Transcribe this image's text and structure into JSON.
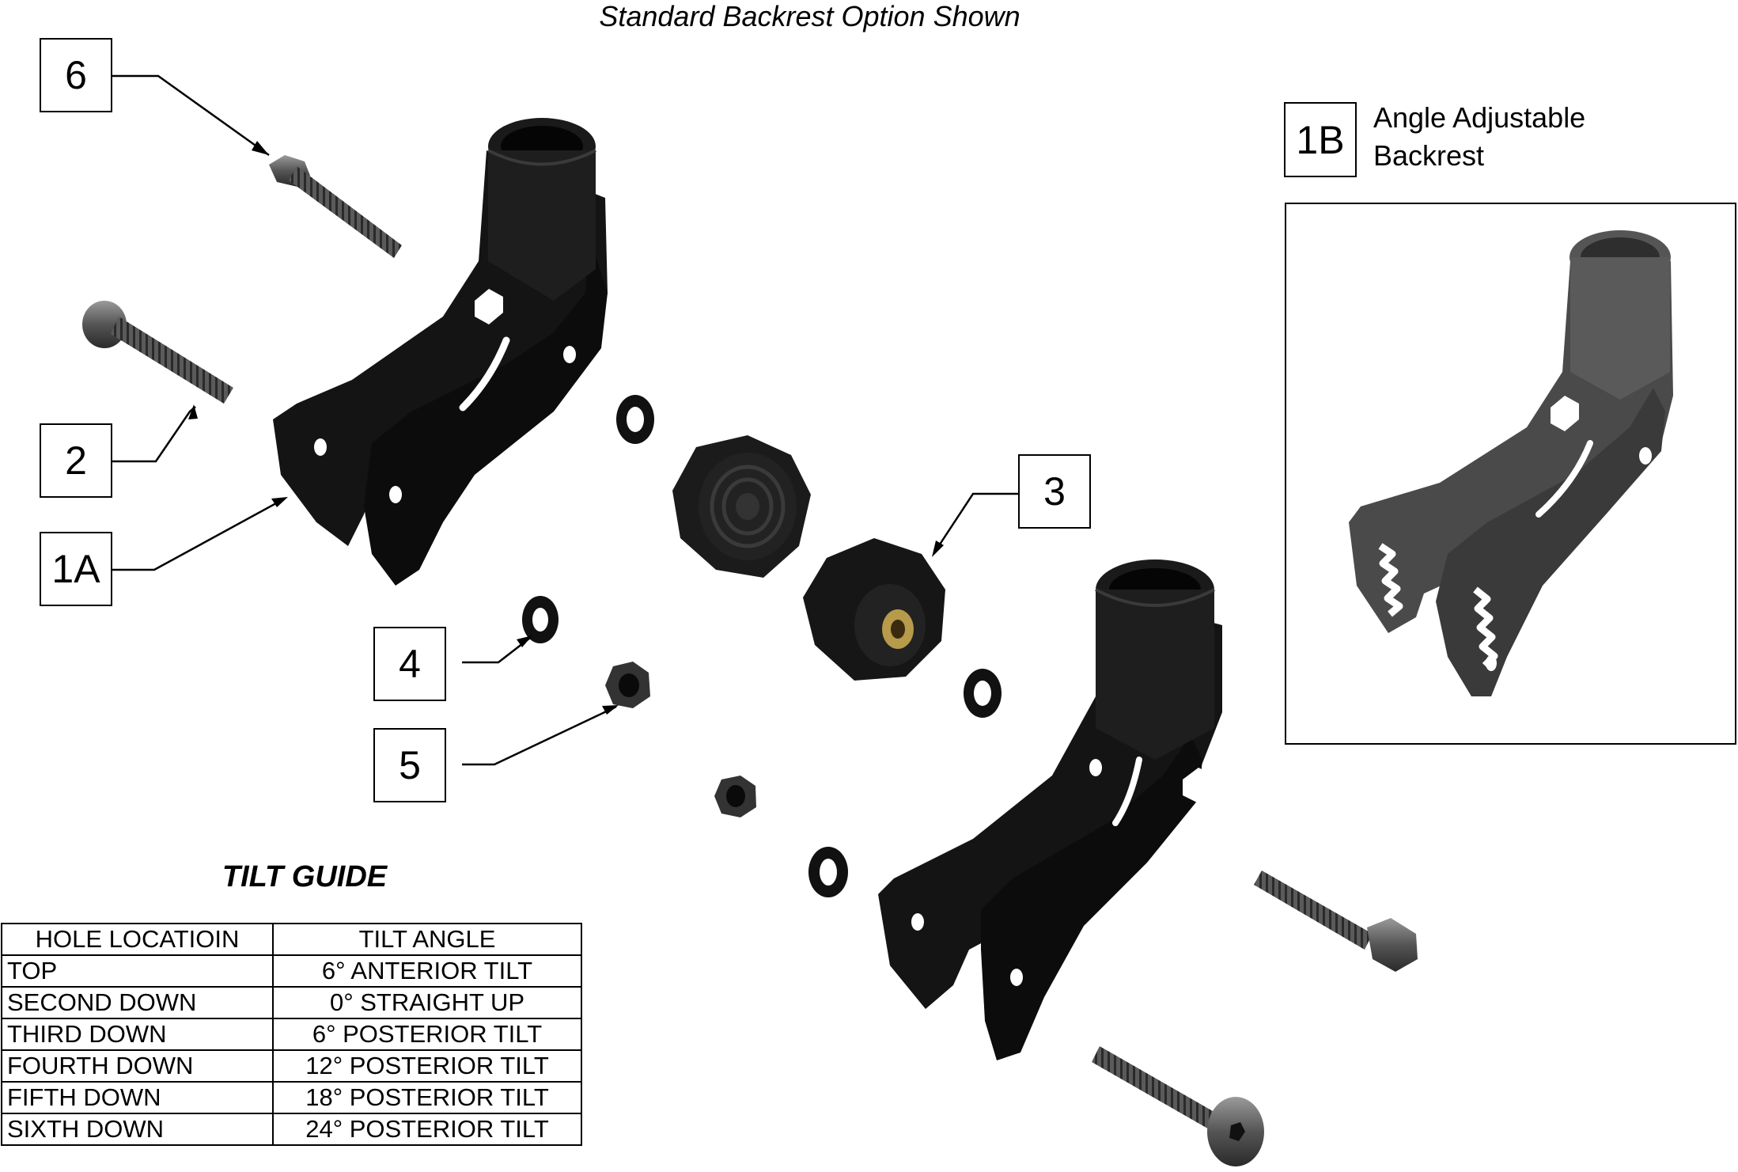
{
  "header": {
    "caption": "Standard Backrest Option Shown"
  },
  "callouts": {
    "c6": "6",
    "c2": "2",
    "c1a": "1A",
    "c3": "3",
    "c4": "4",
    "c5": "5",
    "c1b": "1B"
  },
  "inset": {
    "caption_line1": "Angle Adjustable",
    "caption_line2": "Backrest"
  },
  "tilt_guide": {
    "title": "TILT GUIDE",
    "headers": [
      "HOLE LOCATIOIN",
      "TILT ANGLE"
    ],
    "rows": [
      [
        "TOP",
        "6° ANTERIOR TILT"
      ],
      [
        "SECOND DOWN",
        "0° STRAIGHT UP"
      ],
      [
        "THIRD DOWN",
        "6° POSTERIOR TILT"
      ],
      [
        "FOURTH DOWN",
        "12° POSTERIOR TILT"
      ],
      [
        "FIFTH DOWN",
        "18° POSTERIOR TILT"
      ],
      [
        "SIXTH DOWN",
        "24° POSTERIOR TILT"
      ]
    ]
  },
  "colors": {
    "part_black": "#141414",
    "inset_part": "#4a4a4a",
    "bolt_steel": "#6b6b6b"
  }
}
